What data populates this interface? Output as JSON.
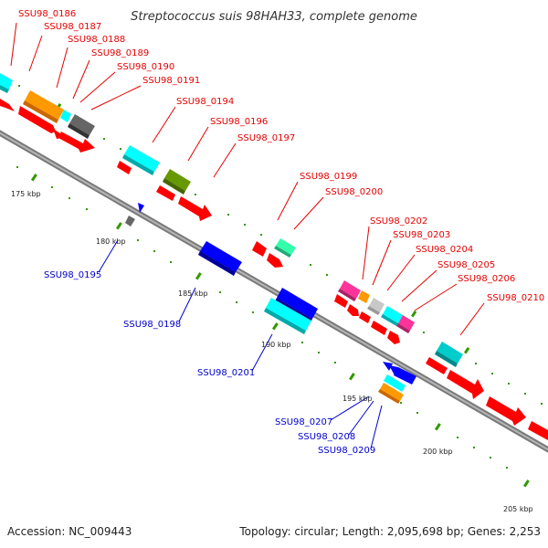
{
  "title": "Streptococcus suis 98HAH33, complete genome",
  "footer": {
    "accession": "Accession: NC_009443",
    "summary": "Topology: circular; Length: 2,095,698 bp; Genes: 2,253"
  },
  "colors": {
    "red": "#ff0000",
    "orange": "#ff9900",
    "cyan": "#00ffff",
    "gray": "#666666",
    "olive": "#669900",
    "blue": "#0000ff",
    "mint": "#33ffaa",
    "magenta": "#ff3399",
    "silver": "#c8c8c8",
    "label_forward": "#e60000",
    "label_reverse": "#0000cc",
    "backbone": "#808080",
    "tick": "#339900"
  },
  "kbp_labels": [
    "175 kbp",
    "180 kbp",
    "185 kbp",
    "190 kbp",
    "195 kbp",
    "200 kbp",
    "205 kbp"
  ],
  "gene_labels_forward": [
    "SSU98_0186",
    "SSU98_0187",
    "SSU98_0188",
    "SSU98_0189",
    "SSU98_0190",
    "SSU98_0191",
    "SSU98_0194",
    "SSU98_0196",
    "SSU98_0197",
    "SSU98_0199",
    "SSU98_0200",
    "SSU98_0202",
    "SSU98_0203",
    "SSU98_0204",
    "SSU98_0205",
    "SSU98_0206",
    "SSU98_0210"
  ],
  "gene_labels_reverse": [
    "SSU98_0195",
    "SSU98_0198",
    "SSU98_0201",
    "SSU98_0207",
    "SSU98_0208",
    "SSU98_0209"
  ]
}
